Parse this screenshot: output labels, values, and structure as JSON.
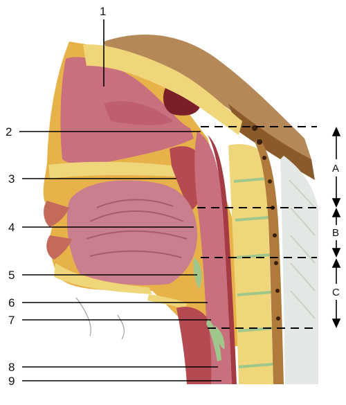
{
  "figure": {
    "labels": [
      "1",
      "2",
      "3",
      "4",
      "5",
      "6",
      "7",
      "8",
      "9"
    ],
    "regions": [
      "A",
      "B",
      "C"
    ]
  },
  "colors": {
    "nasal_cavity": "#c9707e",
    "tongue": "#c97f8e",
    "mucosa": "#b54a52",
    "bone": "#f0d67a",
    "skin": "#e8b24a",
    "hair": "#9a6a2c",
    "spinal_cord": "#b07a3a",
    "cartilage": "#9fc78c",
    "leader": "#000000"
  }
}
